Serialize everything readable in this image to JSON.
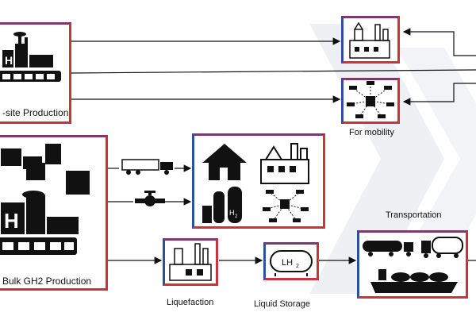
{
  "labels": {
    "onsite": "-site Production",
    "bulk": "Bulk GH2 Production",
    "mobility": "For mobility",
    "transportation": "Transportation",
    "liquefaction": "Liquefaction",
    "liquid_storage": "Liquid Storage",
    "lh2": "LH",
    "lh2_sub": "2",
    "h2_sub": "2"
  }
}
